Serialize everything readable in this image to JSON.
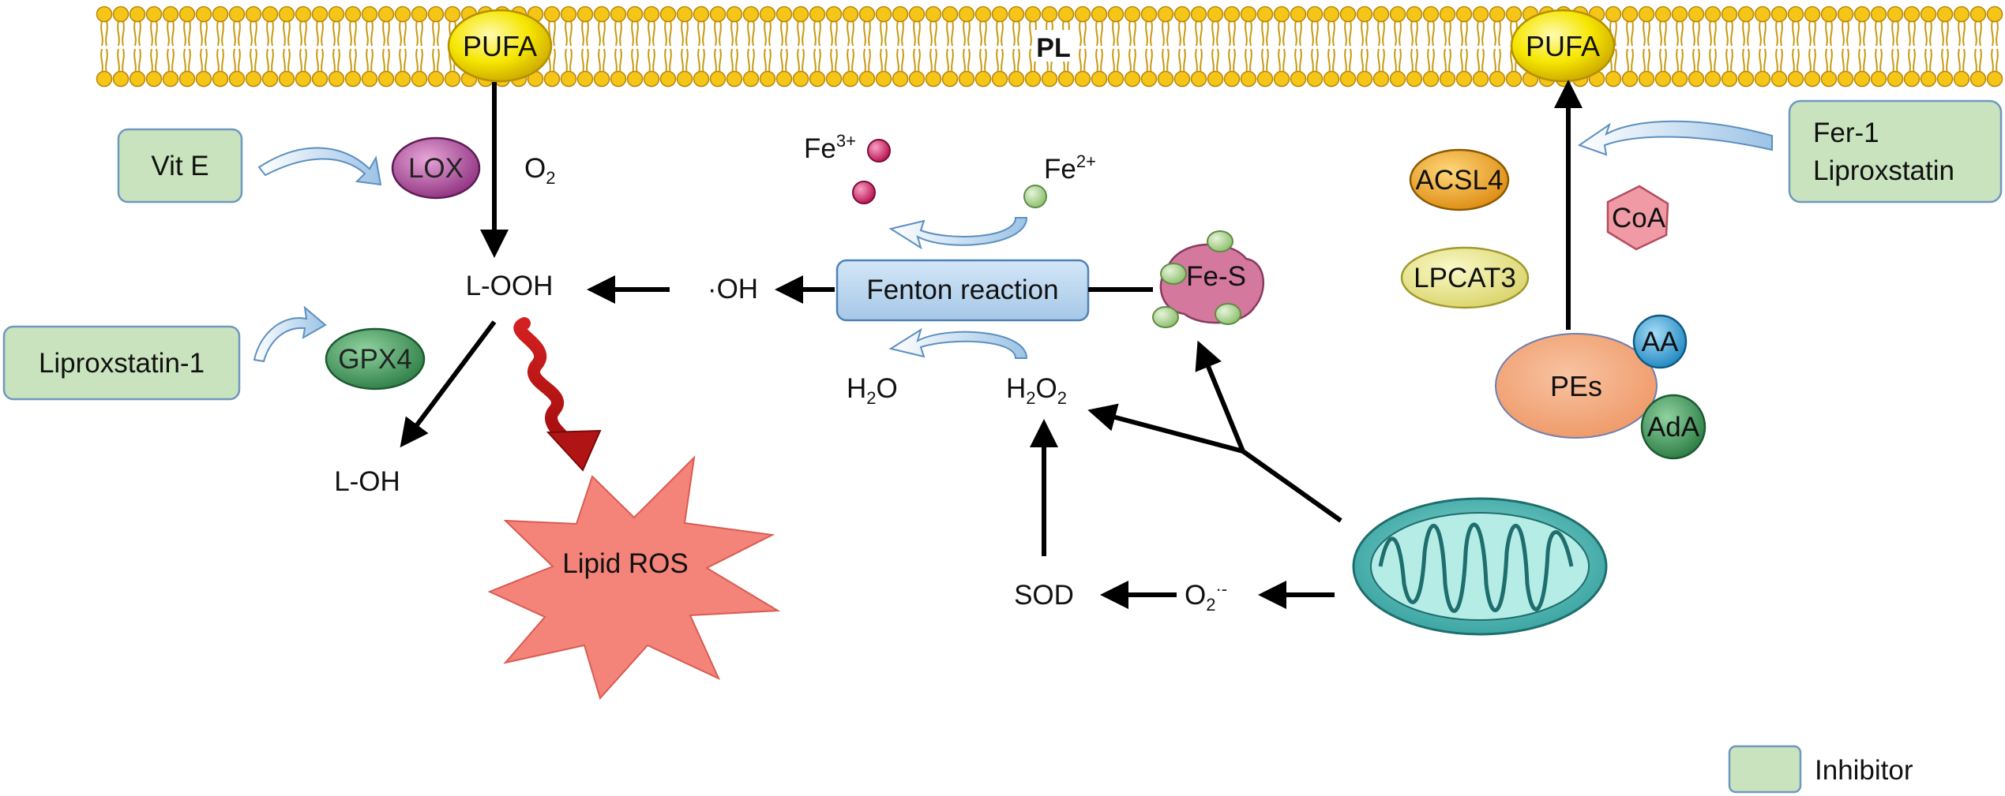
{
  "membrane": {
    "label": "PL",
    "pufa_left": "PUFA",
    "pufa_right": "PUFA"
  },
  "inhibitors": {
    "vit_e": "Vit E",
    "liproxstatin_1": "Liproxstatin-1",
    "fer1_line1": "Fer-1",
    "fer1_line2": "Liproxstatin"
  },
  "enzymes": {
    "lox": "LOX",
    "gpx4": "GPX4",
    "acsl4": "ACSL4",
    "lpcat3": "LPCAT3",
    "coa": "CoA",
    "aa": "AA",
    "ada": "AdA",
    "pes": "PEs",
    "fe_s": "Fe-S"
  },
  "species": {
    "o2": "O",
    "o2_sub": "2",
    "looh": "L-OOH",
    "loh": "L-OH",
    "oh_radical": "·OH",
    "fenton": "Fenton reaction",
    "fe3": "Fe",
    "fe3_sup": "3+",
    "fe2": "Fe",
    "fe2_sup": "2+",
    "h2o_h": "H",
    "h2o_sub": "2",
    "h2o_o": "O",
    "h2o2_h": "H",
    "h2o2_sub1": "2",
    "h2o2_o": "O",
    "h2o2_sub2": "2",
    "sod": "SOD",
    "superoxide_o": "O",
    "superoxide_sub": "2",
    "superoxide_sup": "·-",
    "lipid_ros": "Lipid ROS"
  },
  "legend": {
    "label": "Inhibitor"
  },
  "colors": {
    "membrane_head": "#f5c518",
    "pufa": "#f6e600",
    "inhibitor_box": "#c8e3bd",
    "lox": "#b04a9c",
    "gpx4": "#3f9a5b",
    "acsl4": "#f0a81c",
    "lpcat3": "#ecea88",
    "coa": "#f09aa6",
    "aa": "#36a3dc",
    "ada": "#3c9a58",
    "pes": "#f3a67a",
    "fe_s": "#d4789e",
    "fenton_box": "#b8d6ef",
    "lipid_ros": "#f48379",
    "mitochondrion": "#4ab8b6",
    "fe3_dot": "#d6206a",
    "fe2_dot": "#a7cf8c"
  }
}
